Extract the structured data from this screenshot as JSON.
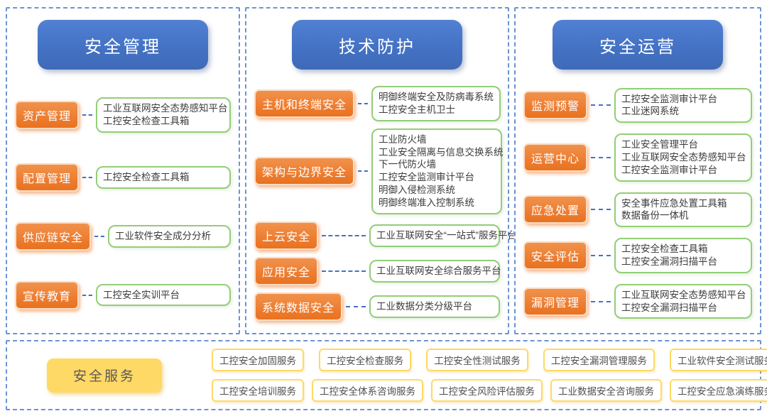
{
  "colors": {
    "header_blue": "#4472c4",
    "category_orange": "#ed7d31",
    "product_green_border": "#93ce77",
    "connector_blue": "#4472c4",
    "panel_border_blue": "#6b93d6",
    "services_yellow": "#ffd966",
    "text_dark": "#3c3c3c"
  },
  "columns": [
    {
      "title": "安全管理",
      "rows": [
        {
          "label": "资产管理",
          "products": [
            "工业互联网安全态势感知平台",
            "工控安全检查工具箱"
          ]
        },
        {
          "label": "配置管理",
          "products": [
            "工控安全检查工具箱"
          ]
        },
        {
          "label": "供应链安全",
          "products": [
            "工业软件安全成分分析"
          ]
        },
        {
          "label": "宣传教育",
          "products": [
            "工控安全实训平台"
          ]
        }
      ]
    },
    {
      "title": "技术防护",
      "rows": [
        {
          "label": "主机和终端安全",
          "products": [
            "明御终端安全及防病毒系统",
            "工控安全主机卫士"
          ]
        },
        {
          "label": "架构与边界安全",
          "products": [
            "工业防火墙",
            "工业安全隔离与信息交换系统",
            "下一代防火墙",
            "工控安全监测审计平台",
            "明御入侵检测系统",
            "明御终端准入控制系统"
          ]
        },
        {
          "label": "上云安全",
          "products": [
            "工业互联网安全“一站式”服务平台"
          ]
        },
        {
          "label": "应用安全",
          "products": [
            "工业互联网安全综合服务平台"
          ]
        },
        {
          "label": "系统数据安全",
          "products": [
            "工业数据分类分级平台"
          ]
        }
      ]
    },
    {
      "title": "安全运营",
      "rows": [
        {
          "label": "监测预警",
          "products": [
            "工控安全监测审计平台",
            "工业迷网系统"
          ]
        },
        {
          "label": "运营中心",
          "products": [
            "工业安全管理平台",
            "工业互联网安全态势感知平台",
            "工控安全监测审计平台"
          ]
        },
        {
          "label": "应急处置",
          "products": [
            "安全事件应急处置工具箱",
            "数据备份一体机"
          ]
        },
        {
          "label": "安全评估",
          "products": [
            "工控安全检查工具箱",
            "工控安全漏洞扫描平台"
          ]
        },
        {
          "label": "漏洞管理",
          "products": [
            "工业互联网安全态势感知平台",
            "工控安全漏洞扫描平台"
          ]
        }
      ]
    }
  ],
  "services": {
    "title": "安全服务",
    "rows": [
      [
        "工控安全加固服务",
        "工控安全检查服务",
        "工控安全性测试服务",
        "工控安全漏洞管理服务",
        "工业软件安全测试服务"
      ],
      [
        "工控安全培训服务",
        "工控安全体系咨询服务",
        "工控安全风险评估服务",
        "工业数据安全咨询服务",
        "工控安全应急演练服务"
      ]
    ]
  }
}
